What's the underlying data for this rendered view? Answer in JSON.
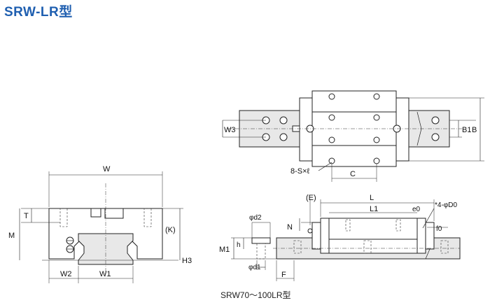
{
  "title": "SRW-LR型",
  "caption": "SRW70～100LR型",
  "labels": {
    "W": "W",
    "T": "T",
    "M": "M",
    "K": "(K)",
    "H3": "H3",
    "W2": "W2",
    "W1": "W1",
    "W3": "W3",
    "B1": "B1",
    "B": "B",
    "SxL": "8-S×ℓ",
    "C": "C",
    "E": "(E)",
    "L": "L",
    "L1": "L1",
    "e0": "e0",
    "D0": "*4-φD0",
    "N": "N",
    "f0": "f0",
    "d2": "φd2",
    "M1": "M1",
    "h": "h",
    "d1": "φd1",
    "F": "F"
  }
}
